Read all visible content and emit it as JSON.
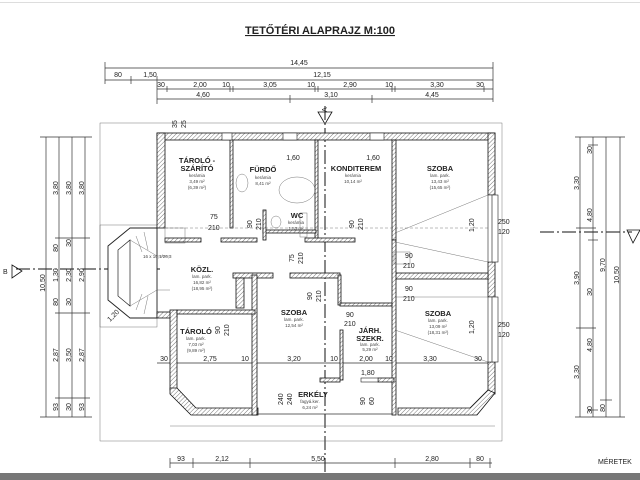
{
  "title": "TETŐTÉRI ALAPRAJZ  M:100",
  "dims": {
    "top": [
      "14,45",
      "80",
      "1,50",
      "12,15",
      "30",
      "2,00",
      "10",
      "3,05",
      "10",
      "2,90",
      "10",
      "3,30",
      "30",
      "4,60",
      "3,10",
      "4,45"
    ],
    "bottom": [
      "93",
      "2,12",
      "5,50",
      "2,80",
      "80"
    ],
    "interior": [
      "30",
      "2,75",
      "10",
      "3,20",
      "10",
      "2,00",
      "10",
      "3,30",
      "30"
    ],
    "left": [
      "10,50",
      "3,80",
      "80",
      "1,30",
      "80",
      "2,87",
      "93",
      "3,80",
      "30",
      "2,30",
      "30",
      "3,50",
      "30",
      "3,80",
      "2,90",
      "2,87",
      "93"
    ],
    "right": [
      "3,30",
      "3,90",
      "3,30",
      "30",
      "4,80",
      "30",
      "4,80",
      "30",
      "9,70",
      "80",
      "10,50"
    ]
  },
  "openings": [
    "1,60",
    "1,60",
    "75",
    "210",
    "90",
    "210",
    "90",
    "210",
    "250",
    "120",
    "250",
    "120",
    "1,20",
    "1,20",
    "75",
    "210",
    "90",
    "210",
    "90",
    "210",
    "90",
    "210",
    "90",
    "210",
    "90",
    "210",
    "1,80",
    "240",
    "240",
    "90",
    "60",
    "1,20",
    "35",
    "25"
  ],
  "section_markers": {
    "a": "A",
    "b": "B"
  },
  "stair": "16 x 16,1/26,3",
  "rooms": {
    "tarolo_szarito": {
      "name1": "TÁROLÓ -",
      "name2": "SZÁRÍTÓ",
      "floor": "kerámia",
      "area": "3,49 m²",
      "area_full": "(6,39 m²)"
    },
    "furdo": {
      "name": "FÜRDŐ",
      "floor": "kerámia",
      "area": "8,41 m²"
    },
    "wc": {
      "name": "WC",
      "floor": "kerámia",
      "area": "1,53 m²"
    },
    "konditerem": {
      "name": "KONDITEREM",
      "floor": "kerámia",
      "area": "10,14 m²"
    },
    "szoba_ne": {
      "name": "SZOBA",
      "floor": "lam. park.",
      "area": "13,43 m²",
      "area_full": "(15,65 m²)"
    },
    "kozl": {
      "name": "KÖZL.",
      "floor": "lam. park.",
      "area": "16,82 m²",
      "area_full": "(18,95 m²)"
    },
    "szoba_mid": {
      "name": "SZOBA",
      "floor": "lam. park.",
      "area": "12,54 m²"
    },
    "tarolo": {
      "name": "TÁROLÓ",
      "floor": "lam. park.",
      "area": "7,03 m²",
      "area_full": "(9,89 m²)"
    },
    "jarh": {
      "name1": "JÁRH.",
      "name2": "SZEKR.",
      "floor": "lam. park.",
      "area": "5,29 m²"
    },
    "szoba_se": {
      "name": "SZOBA",
      "floor": "lam. park.",
      "area": "13,09 m²",
      "area_full": "(18,31 m²)"
    },
    "erkely": {
      "name": "ERKÉLY",
      "floor": "fagyá.ker.",
      "area": "6,24 m²"
    }
  },
  "footer": "MÉRETEK"
}
